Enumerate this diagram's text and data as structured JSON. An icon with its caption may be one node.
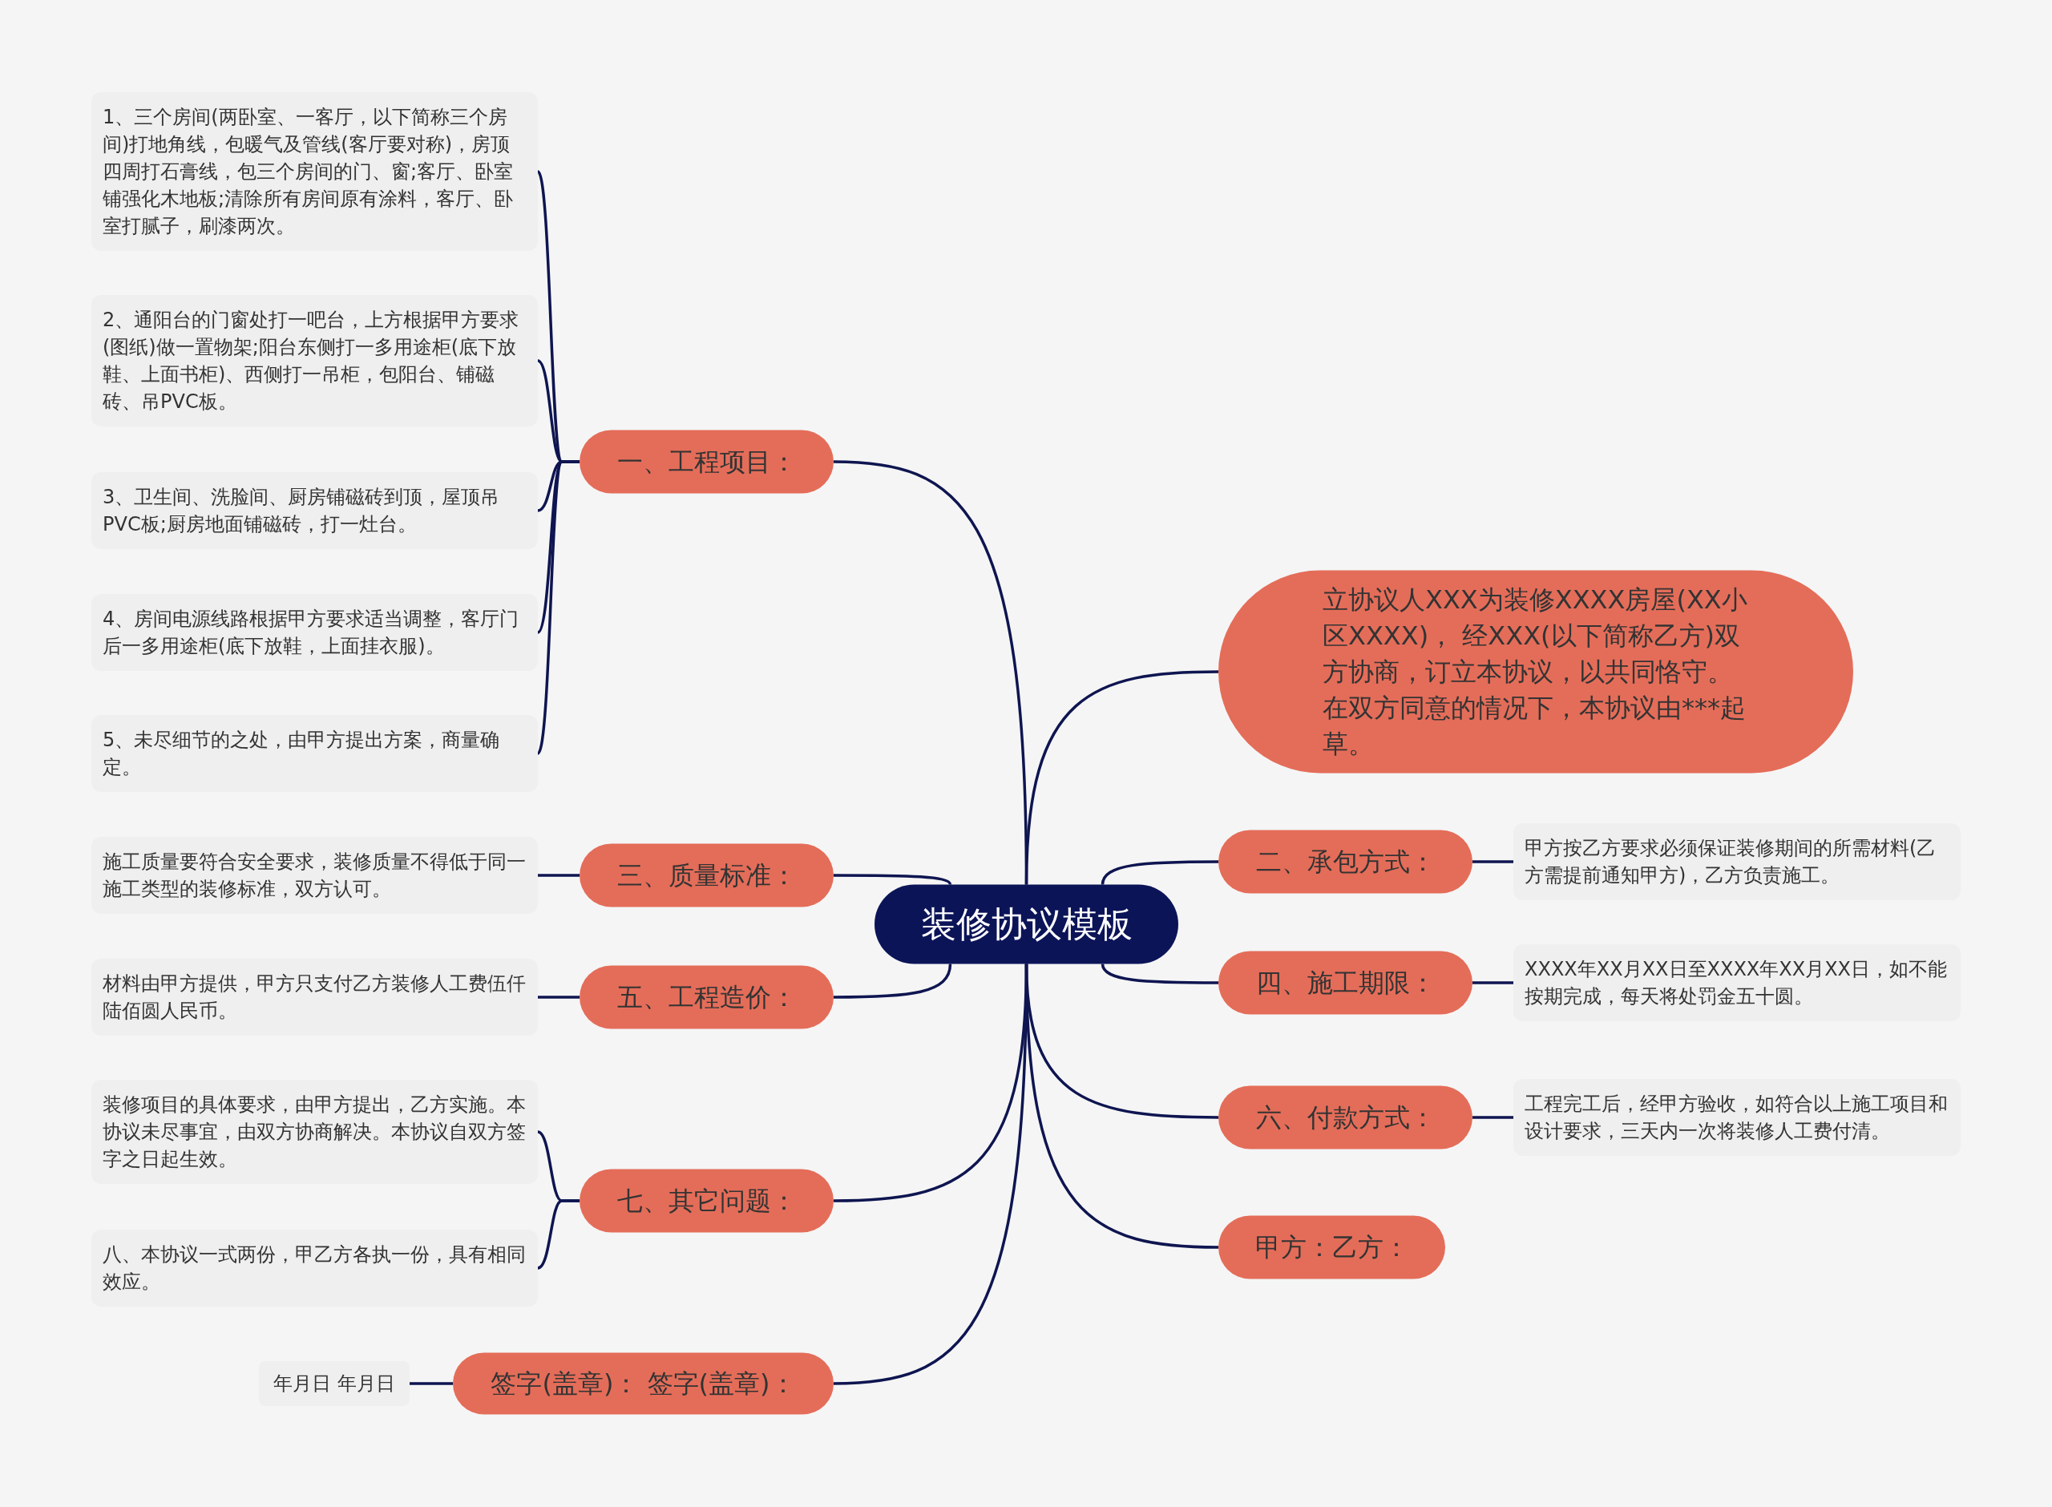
{
  "diagram": {
    "nodes": [
      {
        "text": [
          "装修协议模板"
        ]
      },
      {
        "text": [
          "一、工程项目："
        ]
      },
      {
        "text": [
          "1、三个房间(两卧室、一客厅，以下简称三个房间)打地角线，包暖气及管线(客厅要对称)，房顶四周打石膏线，包三个房间的门、窗;客厅、卧室铺强化木地板;清除所有房间原有涂料，客厅、卧室打腻子，刷漆两次。"
        ]
      },
      {
        "text": [
          "2、通阳台的门窗处打一吧台，上方根据甲方要求(图纸)做一置物架;阳台东侧打一多用途柜(底下放鞋、上面书柜)、西侧打一吊柜，包阳台、铺磁砖、吊PVC板。"
        ]
      },
      {
        "text": [
          "3、卫生间、洗脸间、厨房铺磁砖到顶，屋顶吊PVC板;厨房地面铺磁砖，打一灶台。"
        ]
      },
      {
        "text": [
          "4、房间电源线路根据甲方要求适当调整，客厅门后一多用途柜(底下放鞋，上面挂衣服)。"
        ]
      },
      {
        "text": [
          "5、未尽细节的之处，由甲方提出方案，商量确定。"
        ]
      },
      {
        "text": [
          "立协议人XXX为装修XXXX房屋(XX小区XXXX)， 经XXX(以下简称乙方)双方协商，订立本协议，以共同恪守。在双方同意的情况下，本协议由***起草。"
        ]
      },
      {
        "text": [
          "二、承包方式："
        ]
      },
      {
        "text": [
          "甲方按乙方要求必须保证装修期间的所需材料(乙方需提前通知甲方)，乙方负责施工。"
        ]
      },
      {
        "text": [
          "三、质量标准："
        ]
      },
      {
        "text": [
          "施工质量要符合安全要求，装修质量不得低于同一施工类型的装修标准，双方认可。"
        ]
      },
      {
        "text": [
          "四、施工期限："
        ]
      },
      {
        "text": [
          "XXXX年XX月XX日至XXXX年XX月XX日，如不能按期完成，每天将处罚金五十圆。"
        ]
      },
      {
        "text": [
          "五、工程造价："
        ]
      },
      {
        "text": [
          "材料由甲方提供，甲方只支付乙方装修人工费伍仟陆佰圆人民币。"
        ]
      },
      {
        "text": [
          "六、付款方式："
        ]
      },
      {
        "text": [
          "工程完工后，经甲方验收，如符合以上施工项目和设计要求，三天内一次将装修人工费付清。"
        ]
      },
      {
        "text": [
          "七、其它问题："
        ]
      },
      {
        "text": [
          "装修项目的具体要求，由甲方提出，乙方实施。本协议未尽事宜，由双方协商解决。本协议自双方签字之日起生效。"
        ]
      },
      {
        "text": [
          "八、本协议一式两份，甲乙方各执一份，具有相同效应。"
        ]
      },
      {
        "text": [
          "甲方：乙方："
        ]
      },
      {
        "text": [
          "签字(盖章)： 签字(盖章)："
        ]
      },
      {
        "text": [
          "年月日 年月日"
        ]
      }
    ],
    "edges": [
      {
        "from": 0,
        "to": 1,
        "arrow": "none"
      },
      {
        "from": 1,
        "to": 2,
        "arrow": "none"
      },
      {
        "from": 1,
        "to": 3,
        "arrow": "none"
      },
      {
        "from": 1,
        "to": 4,
        "arrow": "none"
      },
      {
        "from": 1,
        "to": 5,
        "arrow": "none"
      },
      {
        "from": 1,
        "to": 6,
        "arrow": "none"
      },
      {
        "from": 0,
        "to": 7,
        "arrow": "none"
      },
      {
        "from": 0,
        "to": 8,
        "arrow": "none"
      },
      {
        "from": 8,
        "to": 9,
        "arrow": "none"
      },
      {
        "from": 0,
        "to": 10,
        "arrow": "none"
      },
      {
        "from": 10,
        "to": 11,
        "arrow": "none"
      },
      {
        "from": 0,
        "to": 12,
        "arrow": "none"
      },
      {
        "from": 12,
        "to": 13,
        "arrow": "none"
      },
      {
        "from": 0,
        "to": 14,
        "arrow": "none"
      },
      {
        "from": 14,
        "to": 15,
        "arrow": "none"
      },
      {
        "from": 0,
        "to": 16,
        "arrow": "none"
      },
      {
        "from": 16,
        "to": 17,
        "arrow": "none"
      },
      {
        "from": 0,
        "to": 18,
        "arrow": "none"
      },
      {
        "from": 18,
        "to": 19,
        "arrow": "none"
      },
      {
        "from": 18,
        "to": 20,
        "arrow": "none"
      },
      {
        "from": 0,
        "to": 21,
        "arrow": "none"
      },
      {
        "from": 0,
        "to": 22,
        "arrow": "none"
      },
      {
        "from": 22,
        "to": 23,
        "arrow": "none"
      }
    ]
  }
}
